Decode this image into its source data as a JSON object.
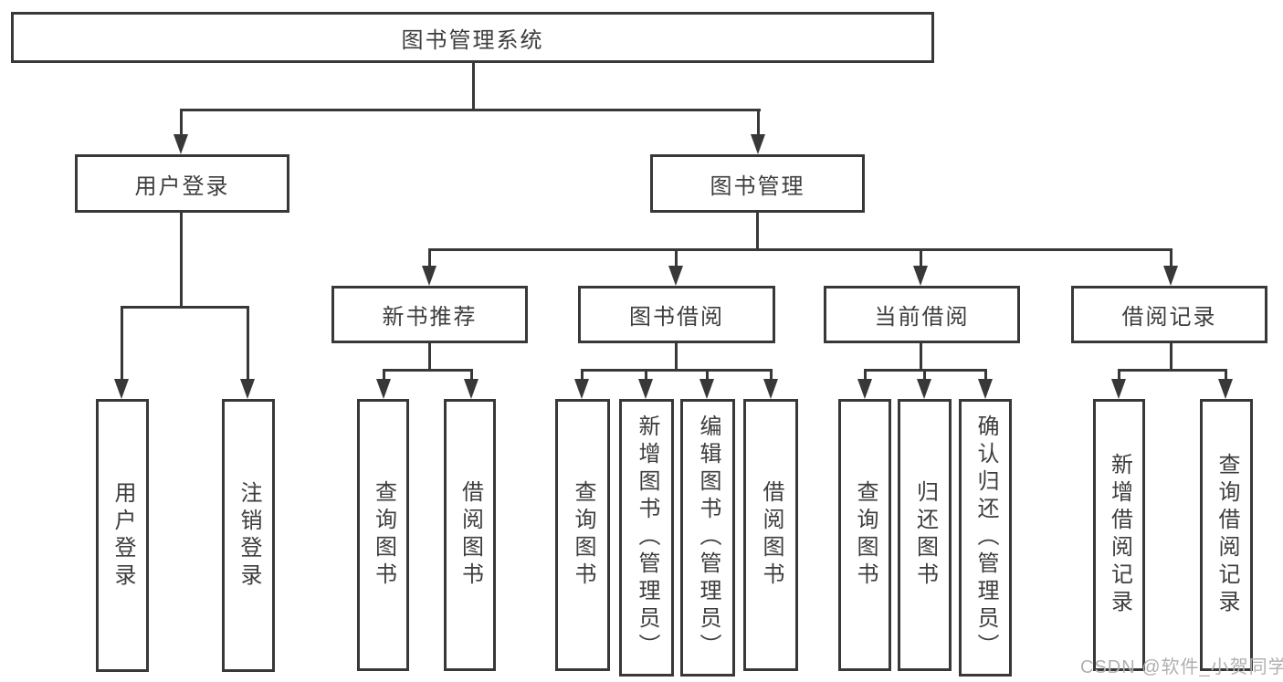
{
  "diagram_type": "hierarchy",
  "colors": {
    "line": "#383838",
    "box_border": "#383838",
    "text": "#3d3d3d",
    "background": "#ffffff",
    "watermark": "#b0b0b0"
  },
  "tree": {
    "root": {
      "label": "图书管理系统"
    },
    "login": {
      "label": "用户登录",
      "children": [
        {
          "label": "用户登录"
        },
        {
          "label": "注销登录"
        }
      ]
    },
    "manage": {
      "label": "图书管理",
      "groups": [
        {
          "label": "新书推荐",
          "children": [
            {
              "label": "查询图书"
            },
            {
              "label": "借阅图书"
            }
          ]
        },
        {
          "label": "图书借阅",
          "children": [
            {
              "label": "查询图书"
            },
            {
              "label": "新增图书（管理员）"
            },
            {
              "label": "编辑图书（管理员）"
            },
            {
              "label": "借阅图书"
            }
          ]
        },
        {
          "label": "当前借阅",
          "children": [
            {
              "label": "查询图书"
            },
            {
              "label": "归还图书"
            },
            {
              "label": "确认归还（管理员）"
            }
          ]
        },
        {
          "label": "借阅记录",
          "children": [
            {
              "label": "新增借阅记录"
            },
            {
              "label": "查询借阅记录"
            }
          ]
        }
      ]
    }
  },
  "watermark": {
    "text": "CSDN @软件_小贺同学"
  }
}
